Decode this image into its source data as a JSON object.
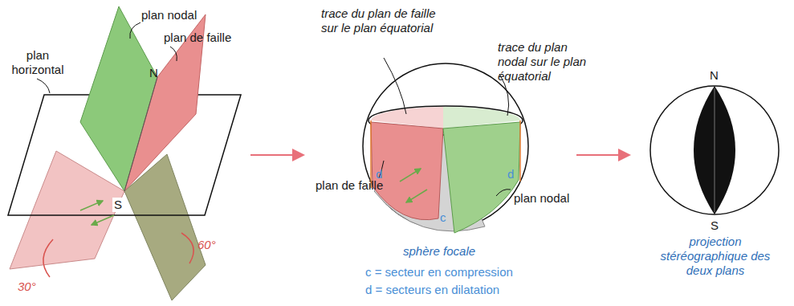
{
  "diagram": {
    "labels": [
      "plan nodal",
      "plan de faille",
      "plan horizontal",
      "N",
      "S",
      "30°",
      "60°",
      "trace du plan de faille sur le plan équatorial",
      "trace du plan nodal sur le plan équatorial",
      "d",
      "d",
      "c",
      "plan de faille",
      "plan nodal",
      "sphère focale",
      "c = secteur en compression",
      "d = secteurs en dilatation",
      "N",
      "S",
      "projection stéréographique des deux plans"
    ]
  }
}
